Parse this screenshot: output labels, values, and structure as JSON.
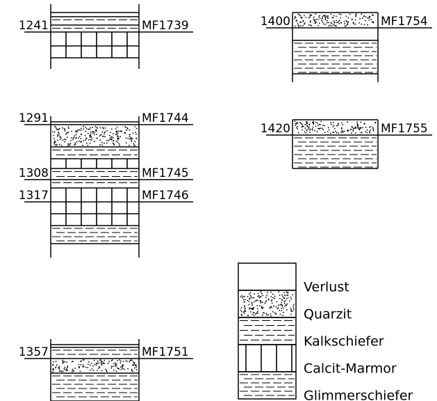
{
  "columns": [
    {
      "id": "c1",
      "depth_markers": [
        {
          "depth": "1241",
          "sample": "MF1739",
          "boundary_layer": 3
        }
      ],
      "layers": [
        "verlust",
        "kalkschiefer",
        "kalkschiefer",
        "calcit",
        "calcit"
      ]
    },
    {
      "id": "c2",
      "depth_markers": [
        {
          "depth": "1291",
          "sample": "MF1744",
          "boundary_layer": 1
        },
        {
          "depth": "1308",
          "sample": "MF1745",
          "boundary_layer": 5
        },
        {
          "depth": "1317",
          "sample": "MF1746",
          "boundary_layer": 7
        }
      ],
      "layers": [
        "verlust",
        "quarzit",
        "kalkschiefer",
        "calcit",
        "kalkschiefer",
        "kalkschiefer",
        "calcit",
        "calcit",
        "calcit",
        "glimmer"
      ]
    },
    {
      "id": "c3",
      "depth_markers": [
        {
          "depth": "1357",
          "sample": "MF1751",
          "boundary_layer": 2
        }
      ],
      "layers": [
        "verlust",
        "glimmer",
        "quarzit",
        "glimmer"
      ]
    },
    {
      "id": "c4",
      "depth_markers": [
        {
          "depth": "1400",
          "sample": "MF1754",
          "boundary_layer": 1
        }
      ],
      "layers": [
        "quarzit",
        "verlust",
        "glimmer"
      ]
    },
    {
      "id": "c5",
      "depth_markers": [
        {
          "depth": "1420",
          "sample": "MF1755",
          "boundary_layer": 1
        }
      ],
      "layers": [
        "quarzit",
        "glimmer"
      ]
    }
  ],
  "legend": [
    {
      "key": "verlust",
      "label": "Verlust"
    },
    {
      "key": "quarzit",
      "label": "Quarzit"
    },
    {
      "key": "kalkschiefer",
      "label": "Kalkschiefer"
    },
    {
      "key": "calcit",
      "label": "Calcit-Marmor"
    },
    {
      "key": "glimmer",
      "label": "Glimmerschiefer"
    }
  ]
}
